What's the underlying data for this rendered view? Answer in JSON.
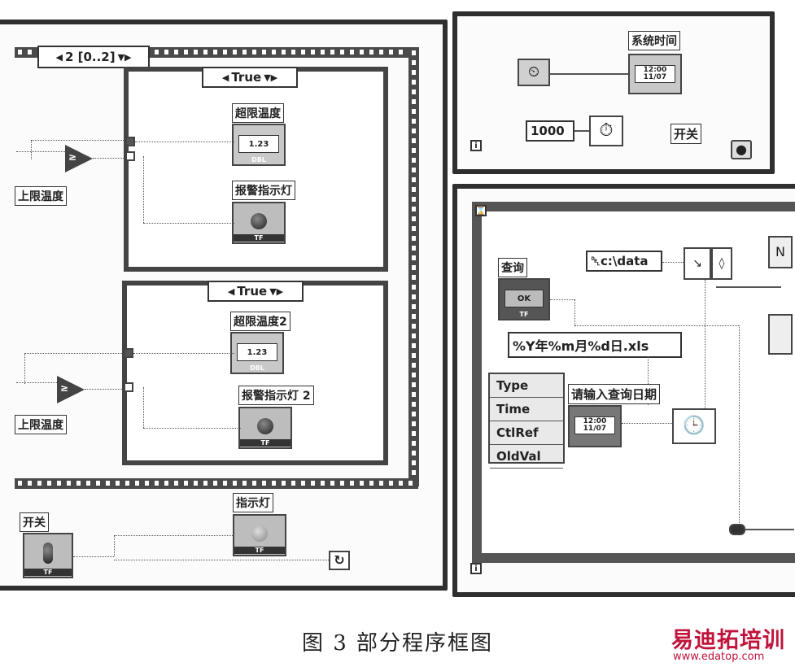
{
  "left_panel": {
    "sequence_selector": "2 [0..2]",
    "case1": {
      "selector": "True",
      "numeric_label": "超限温度",
      "numeric_value": "1.23",
      "numeric_cap": "DBL",
      "lamp_label": "报警指示灯",
      "lamp_cap": "TF"
    },
    "case2": {
      "selector": "True",
      "numeric_label": "超限温度2",
      "numeric_value": "1.23",
      "numeric_cap": "DBL",
      "lamp_label": "报警指示灯 2",
      "lamp_cap": "TF"
    },
    "limit_label_1": "上限温度",
    "limit_label_2": "上限温度",
    "comparator_symbol": "≥",
    "switch_label": "开关",
    "switch_cap": "TF",
    "indicator_label": "指示灯",
    "indicator_cap": "TF",
    "loop_icon": "loop-stop-icon"
  },
  "top_right_panel": {
    "time_label": "系统时间",
    "time_value": "12:00\n11/07",
    "wait_constant": "1000",
    "switch_label": "开关",
    "iteration_label": "i"
  },
  "bottom_right_panel": {
    "query_label": "查询",
    "query_button": "OK",
    "query_cap": "TF",
    "path_constant": "c:\\data",
    "format_constant": "%Y年%m月%d日.xls",
    "event_items": [
      "Type",
      "Time",
      "CtlRef",
      "OldVal"
    ],
    "date_label": "请输入查询日期",
    "date_value": "12:00\n11/07",
    "iteration_label": "i",
    "timeout_label": "⌛"
  },
  "caption": "图 3   部分程序框图",
  "watermark": {
    "brand": "易迪拓培训",
    "url": "www.edatop.com"
  }
}
